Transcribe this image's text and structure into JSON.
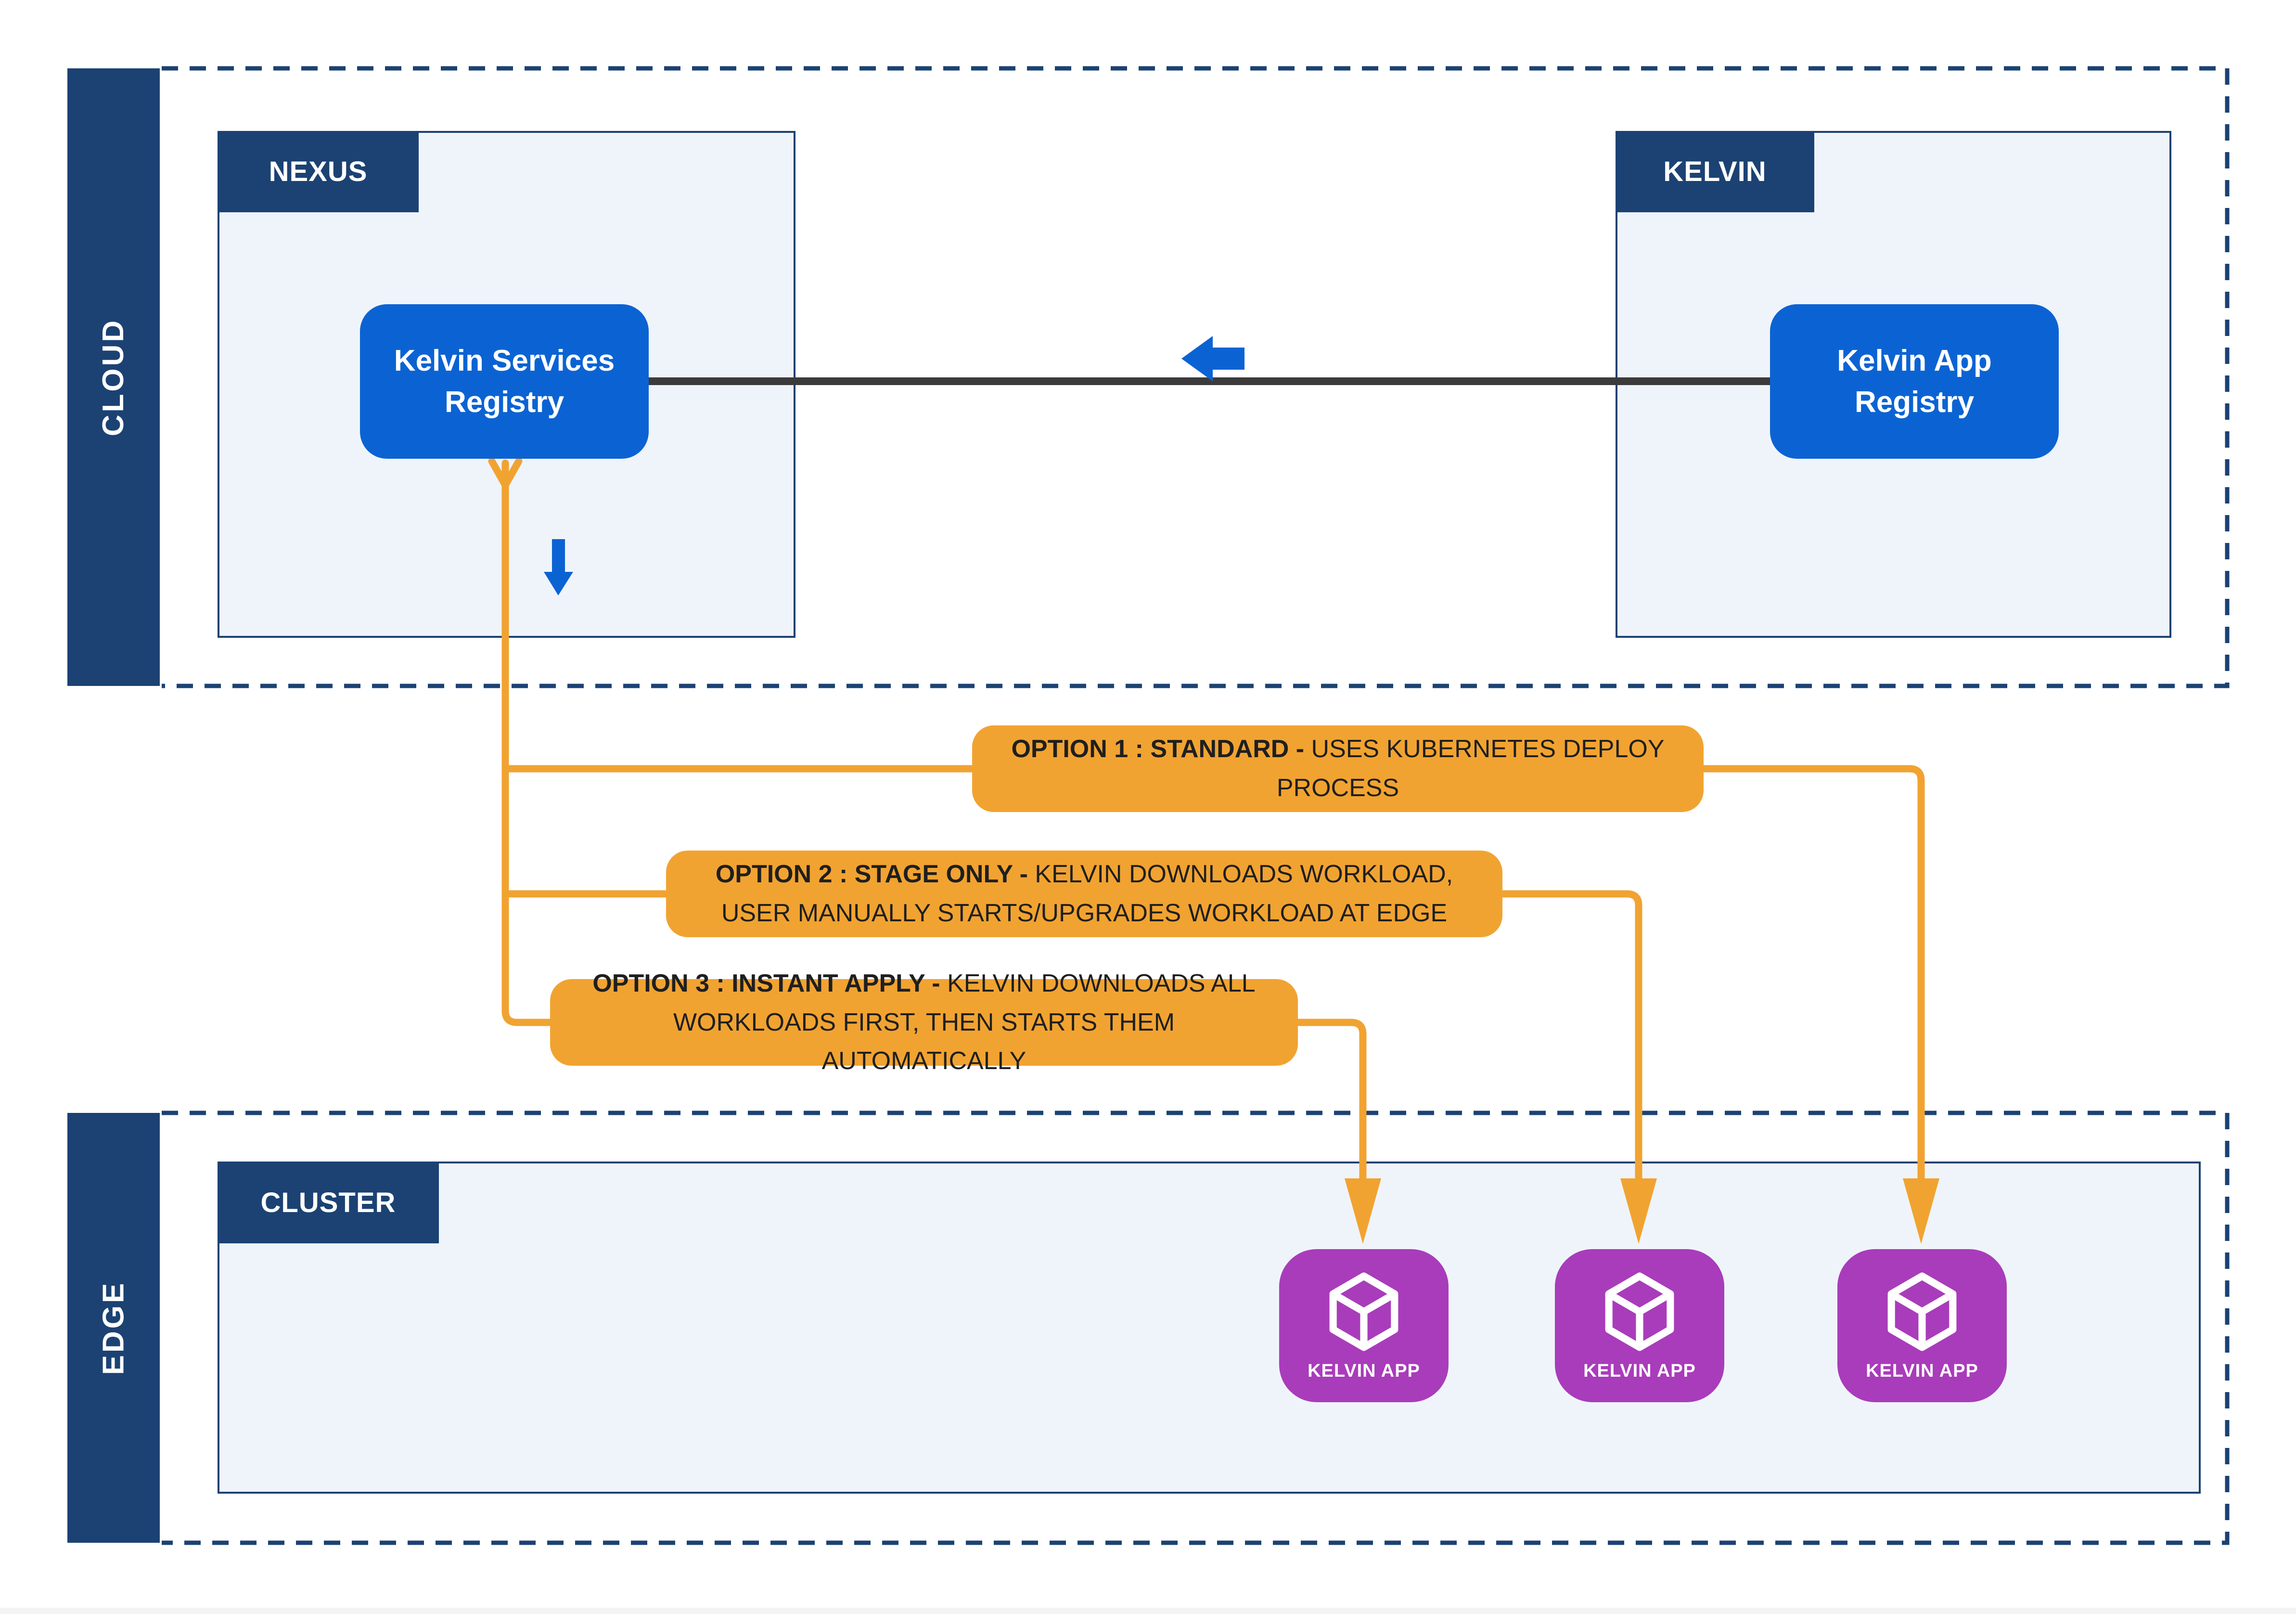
{
  "regions": {
    "cloud": {
      "label": "CLOUD"
    },
    "edge": {
      "label": "EDGE"
    }
  },
  "panels": {
    "nexus": {
      "label": "NEXUS"
    },
    "kelvin": {
      "label": "KELVIN"
    },
    "cluster": {
      "label": "CLUSTER"
    }
  },
  "nodes": {
    "kelvin_services_registry": {
      "label": "Kelvin Services Registry"
    },
    "kelvin_app_registry": {
      "label": "Kelvin App Registry"
    }
  },
  "options": [
    {
      "prefix": "OPTION 1 : STANDARD - ",
      "text": "USES KUBERNETES DEPLOY PROCESS"
    },
    {
      "prefix": "OPTION 2 : STAGE ONLY - ",
      "text": "KELVIN DOWNLOADS WORKLOAD, USER MANUALLY STARTS/UPGRADES WORKLOAD AT EDGE"
    },
    {
      "prefix": "OPTION 3 : INSTANT APPLY - ",
      "text": "KELVIN DOWNLOADS ALL WORKLOADS FIRST, THEN STARTS THEM AUTOMATICALLY"
    }
  ],
  "apps": [
    {
      "label": "KELVIN APP"
    },
    {
      "label": "KELVIN APP"
    },
    {
      "label": "KELVIN APP"
    }
  ],
  "colors": {
    "navy": "#1B4273",
    "blue": "#0B63D3",
    "orange": "#F1A331",
    "purple": "#A93CBA",
    "panel_fill": "#EFF4FA",
    "line_dark": "#3B3B3B"
  }
}
